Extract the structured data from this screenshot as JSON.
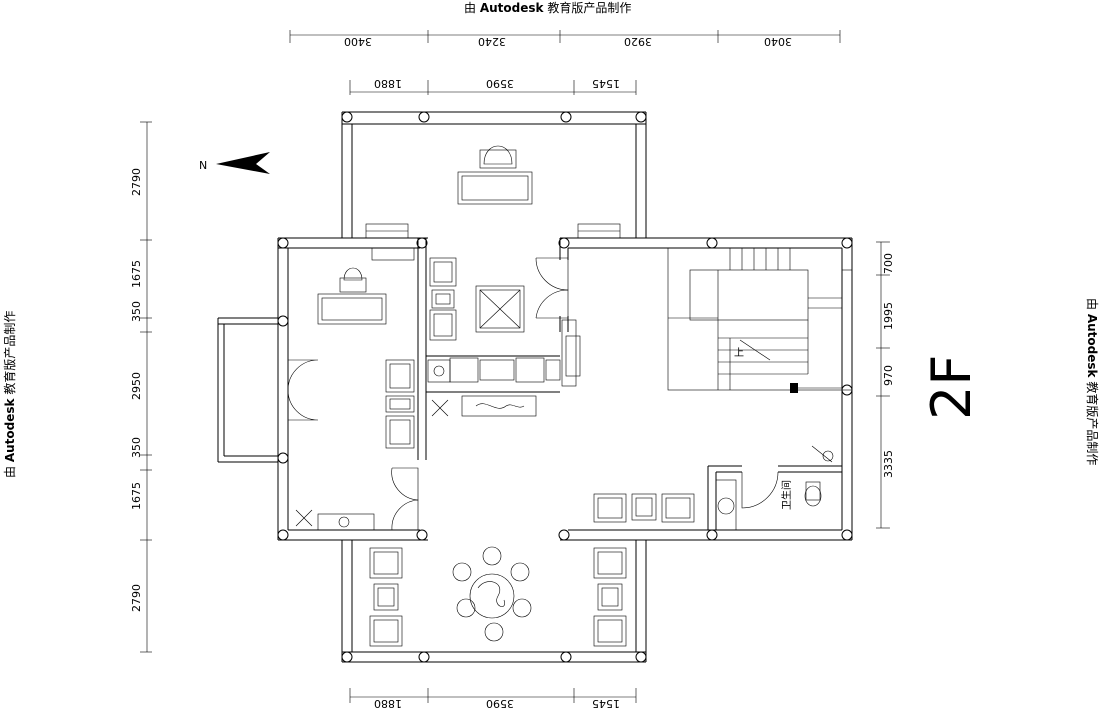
{
  "watermark": {
    "prefix": "由",
    "brand": "Autodesk",
    "suffix": "教育版产品制作"
  },
  "floor_label": "2F",
  "compass_label": "N",
  "stair_label": "上",
  "bathroom_label": "卫生间",
  "dimensions": {
    "top_outer": [
      "3400",
      "3240",
      "3920",
      "3040"
    ],
    "top_inner": [
      "1880",
      "3590",
      "1545"
    ],
    "bottom_inner": [
      "1880",
      "3590",
      "1545"
    ],
    "left": [
      "2790",
      "1675",
      "350",
      "2950",
      "350",
      "1675",
      "2790"
    ],
    "right": [
      "700",
      "1995",
      "970",
      "3335"
    ]
  }
}
